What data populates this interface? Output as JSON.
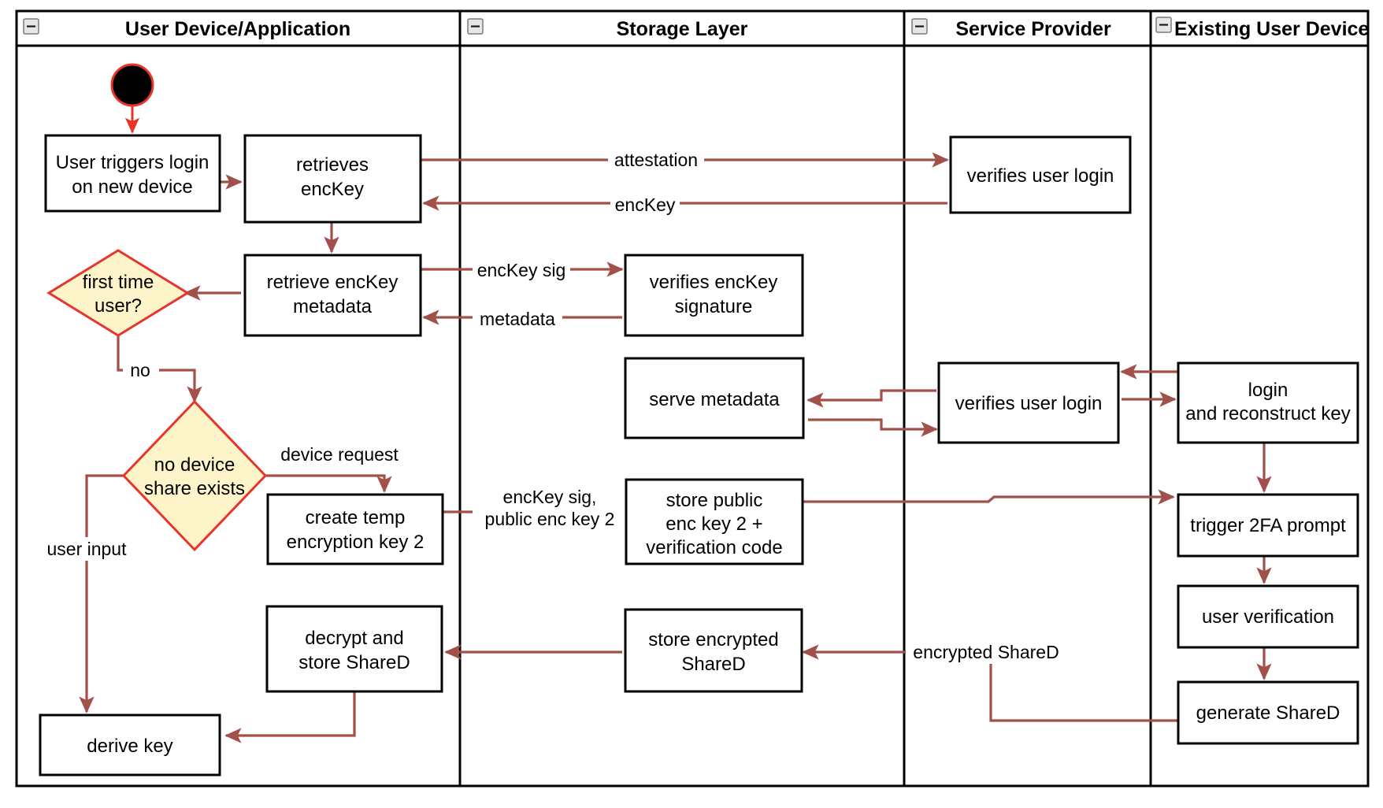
{
  "diagram": {
    "type": "uml-activity-swimlane",
    "title": "Login on new device key reconstruction flow",
    "colors": {
      "flow_arrow": "#a2504a",
      "decision_fill": "#fdf5c9",
      "decision_border": "#e8342a",
      "node_border": "#000000",
      "start_node": "#000000",
      "start_node_ring": "#e8342a",
      "lane_border": "#000000",
      "background": "#ffffff"
    },
    "lanes": [
      {
        "id": "user-device",
        "label": "User Device/Application",
        "collapse_icon": "collapse-minus-icon"
      },
      {
        "id": "storage-layer",
        "label": "Storage Layer",
        "collapse_icon": "collapse-minus-icon"
      },
      {
        "id": "service-provider",
        "label": "Service Provider",
        "collapse_icon": "collapse-minus-icon"
      },
      {
        "id": "existing-user-device",
        "label": "Existing User Device",
        "collapse_icon": "collapse-minus-icon"
      }
    ],
    "nodes": [
      {
        "id": "start",
        "kind": "start",
        "lane": "user-device",
        "label": ""
      },
      {
        "id": "n1",
        "kind": "action",
        "lane": "user-device",
        "lines": [
          "User triggers login",
          "on new device"
        ]
      },
      {
        "id": "n2",
        "kind": "action",
        "lane": "user-device",
        "lines": [
          "retrieves",
          "encKey"
        ]
      },
      {
        "id": "n3",
        "kind": "action",
        "lane": "user-device",
        "lines": [
          "retrieve encKey",
          "metadata"
        ]
      },
      {
        "id": "d1",
        "kind": "decision",
        "lane": "user-device",
        "lines": [
          "first time",
          "user?"
        ]
      },
      {
        "id": "d2",
        "kind": "decision",
        "lane": "user-device",
        "lines": [
          "no device",
          "share exists"
        ]
      },
      {
        "id": "n4",
        "kind": "action",
        "lane": "user-device",
        "lines": [
          "create temp",
          "encryption key 2"
        ]
      },
      {
        "id": "n5",
        "kind": "action",
        "lane": "user-device",
        "lines": [
          "decrypt and",
          "store ShareD"
        ]
      },
      {
        "id": "n6",
        "kind": "action",
        "lane": "user-device",
        "lines": [
          "derive key"
        ]
      },
      {
        "id": "s1",
        "kind": "action",
        "lane": "storage-layer",
        "lines": [
          "verifies encKey",
          "signature"
        ]
      },
      {
        "id": "s2",
        "kind": "action",
        "lane": "storage-layer",
        "lines": [
          "serve metadata"
        ]
      },
      {
        "id": "s3",
        "kind": "action",
        "lane": "storage-layer",
        "lines": [
          "store public",
          "enc key 2 +",
          "verification code"
        ]
      },
      {
        "id": "s4",
        "kind": "action",
        "lane": "storage-layer",
        "lines": [
          "store encrypted",
          "ShareD"
        ]
      },
      {
        "id": "p1",
        "kind": "action",
        "lane": "service-provider",
        "lines": [
          "verifies user login"
        ]
      },
      {
        "id": "p2",
        "kind": "action",
        "lane": "service-provider",
        "lines": [
          "verifies user login"
        ]
      },
      {
        "id": "e1",
        "kind": "action",
        "lane": "existing-user-device",
        "lines": [
          "login",
          "and reconstruct key"
        ]
      },
      {
        "id": "e2",
        "kind": "action",
        "lane": "existing-user-device",
        "lines": [
          "trigger 2FA prompt"
        ]
      },
      {
        "id": "e3",
        "kind": "action",
        "lane": "existing-user-device",
        "lines": [
          "user verification"
        ]
      },
      {
        "id": "e4",
        "kind": "action",
        "lane": "existing-user-device",
        "lines": [
          "generate ShareD"
        ]
      }
    ],
    "edges": [
      {
        "from": "start",
        "to": "n1",
        "label": ""
      },
      {
        "from": "n1",
        "to": "n2",
        "label": ""
      },
      {
        "from": "n2",
        "to": "p1",
        "label": "attestation"
      },
      {
        "from": "p1",
        "to": "n2",
        "label": "encKey"
      },
      {
        "from": "n2",
        "to": "n3",
        "label": ""
      },
      {
        "from": "n3",
        "to": "d1",
        "label": ""
      },
      {
        "from": "n3",
        "to": "s1",
        "label": "encKey sig"
      },
      {
        "from": "s1",
        "to": "n3",
        "label": "metadata"
      },
      {
        "from": "d1",
        "to": "d2",
        "label": "no"
      },
      {
        "from": "d2",
        "to": "n4",
        "label": "device request"
      },
      {
        "from": "d2",
        "to": "n6",
        "label": "user input"
      },
      {
        "from": "n4",
        "to": "s3",
        "label": "encKey sig, public enc key 2"
      },
      {
        "from": "e1",
        "to": "p2",
        "label": ""
      },
      {
        "from": "p2",
        "to": "e1",
        "label": ""
      },
      {
        "from": "p2",
        "to": "s2",
        "label": ""
      },
      {
        "from": "s2",
        "to": "p2",
        "label": ""
      },
      {
        "from": "s3",
        "to": "e2",
        "label": ""
      },
      {
        "from": "e1",
        "to": "e2",
        "label": ""
      },
      {
        "from": "e2",
        "to": "e3",
        "label": ""
      },
      {
        "from": "e3",
        "to": "e4",
        "label": ""
      },
      {
        "from": "e4",
        "to": "s4",
        "label": "encrypted ShareD"
      },
      {
        "from": "s4",
        "to": "n5",
        "label": ""
      },
      {
        "from": "n5",
        "to": "n6",
        "label": ""
      }
    ],
    "edge_labels": {
      "attestation": "attestation",
      "enckey": "encKey",
      "enckey_sig": "encKey sig",
      "metadata": "metadata",
      "no": "no",
      "device_request": "device request",
      "user_input": "user input",
      "enckey_sig_pub2_line1": "encKey sig,",
      "enckey_sig_pub2_line2": "public enc key 2",
      "encrypted_shared": "encrypted ShareD"
    }
  }
}
